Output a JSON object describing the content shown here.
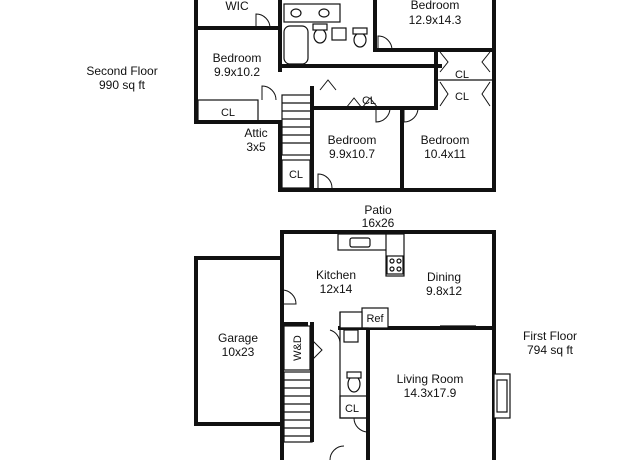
{
  "second_floor": {
    "label": "Second Floor",
    "area": "990 sq ft",
    "rooms": {
      "wic": "WIC",
      "bedroom_master": "Bedroom",
      "bedroom_master_size": "12.9x14.3",
      "bedroom_left": "Bedroom",
      "bedroom_left_size": "9.9x10.2",
      "bedroom_mid": "Bedroom",
      "bedroom_mid_size": "9.9x10.7",
      "bedroom_right": "Bedroom",
      "bedroom_right_size": "10.4x11",
      "attic": "Attic",
      "attic_size": "3x5",
      "closet_1": "CL",
      "closet_2": "CL",
      "closet_3": "CL",
      "closet_4": "CL",
      "closet_5": "CL"
    }
  },
  "first_floor": {
    "label": "First Floor",
    "area": "794 sq ft",
    "rooms": {
      "patio": "Patio",
      "patio_size": "16x26",
      "kitchen": "Kitchen",
      "kitchen_size": "12x14",
      "dining": "Dining",
      "dining_size": "9.8x12",
      "garage": "Garage",
      "garage_size": "10x23",
      "living": "Living Room",
      "living_size": "14.3x17.9",
      "ref": "Ref",
      "wd": "W&D",
      "closet": "CL"
    }
  }
}
